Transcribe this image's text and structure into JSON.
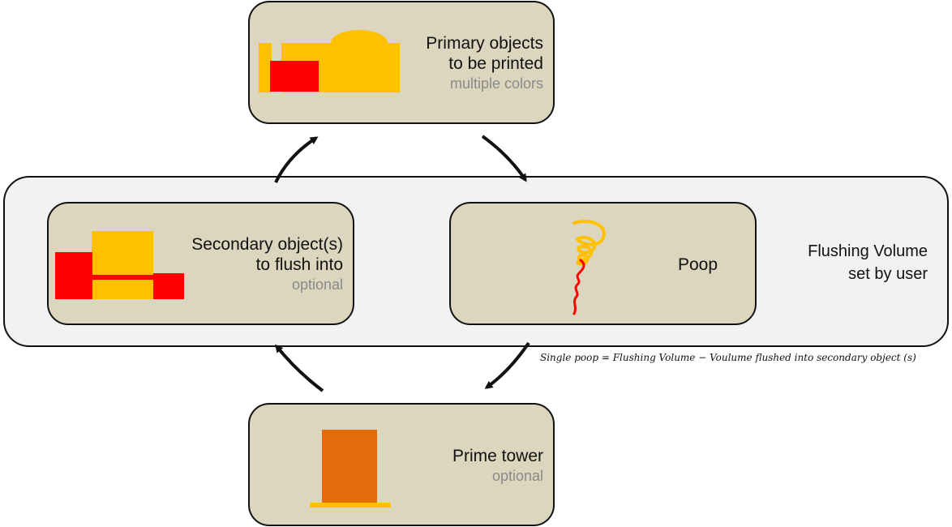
{
  "colors": {
    "yellow": "#ffc000",
    "red": "#ff0000",
    "orange": "#e36c0a",
    "node_fill": "#dcd6be",
    "band_fill": "#f2f2f2",
    "subtle_text": "#8a8a8a"
  },
  "primary": {
    "line1": "Primary objects",
    "line2": "to be printed",
    "sub": "multiple  colors"
  },
  "secondary": {
    "line1": "Secondary object(s)",
    "line2": "to flush into",
    "sub": "optional"
  },
  "poop": {
    "label": "Poop"
  },
  "prime": {
    "label": "Prime tower",
    "sub": "optional"
  },
  "flushing": {
    "line1": "Flushing Volume",
    "line2": "set by user"
  },
  "formula": "Single poop = Flushing Volume − Voulume flushed into secondary object (s)"
}
